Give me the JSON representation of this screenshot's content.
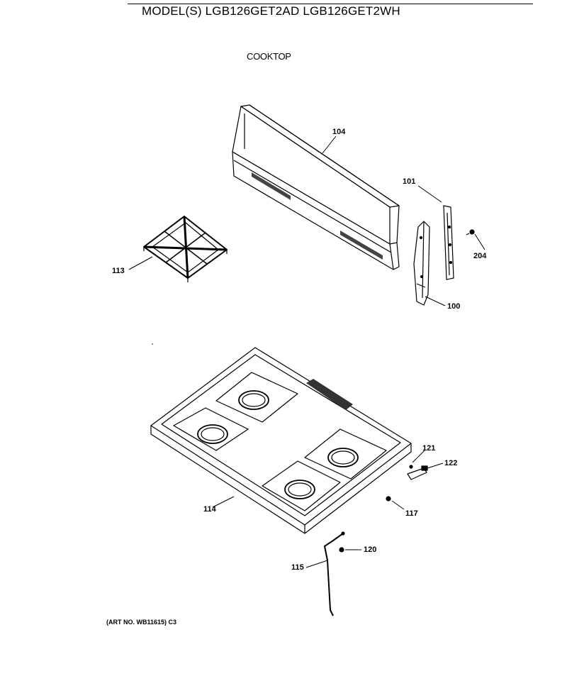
{
  "header": {
    "title": "MODEL(S) LGB126GET2AD  LGB126GET2WH",
    "subtitle": "COOKTOP"
  },
  "footer": {
    "art_number": "(ART NO. WB11615) C3"
  },
  "parts": [
    {
      "id": "part-104",
      "label": "104"
    },
    {
      "id": "part-101",
      "label": "101"
    },
    {
      "id": "part-204",
      "label": "204"
    },
    {
      "id": "part-100",
      "label": "100"
    },
    {
      "id": "part-113",
      "label": "113"
    },
    {
      "id": "part-121",
      "label": "121"
    },
    {
      "id": "part-122",
      "label": "122"
    },
    {
      "id": "part-114",
      "label": "114"
    },
    {
      "id": "part-117",
      "label": "117"
    },
    {
      "id": "part-120",
      "label": "120"
    },
    {
      "id": "part-115",
      "label": "115"
    }
  ]
}
